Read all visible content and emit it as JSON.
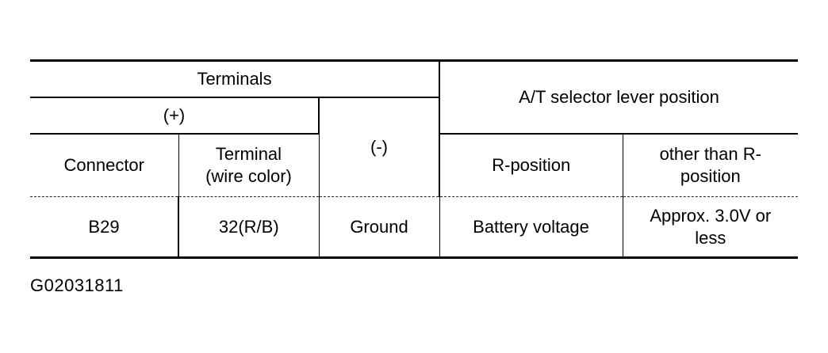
{
  "table": {
    "header": {
      "terminals": "Terminals",
      "positive": "(+)",
      "negative": "(-)",
      "selector": "A/T selector lever position",
      "connector": "Connector",
      "terminal": "Terminal\n(wire color)",
      "r_position": "R-position",
      "other_than_r": "other than R-\nposition"
    },
    "row": {
      "connector": "B29",
      "terminal": "32(R/B)",
      "negative": "Ground",
      "r_position": "Battery voltage",
      "other_than_r": "Approx. 3.0V or\nless"
    }
  },
  "figure_id": "G02031811"
}
